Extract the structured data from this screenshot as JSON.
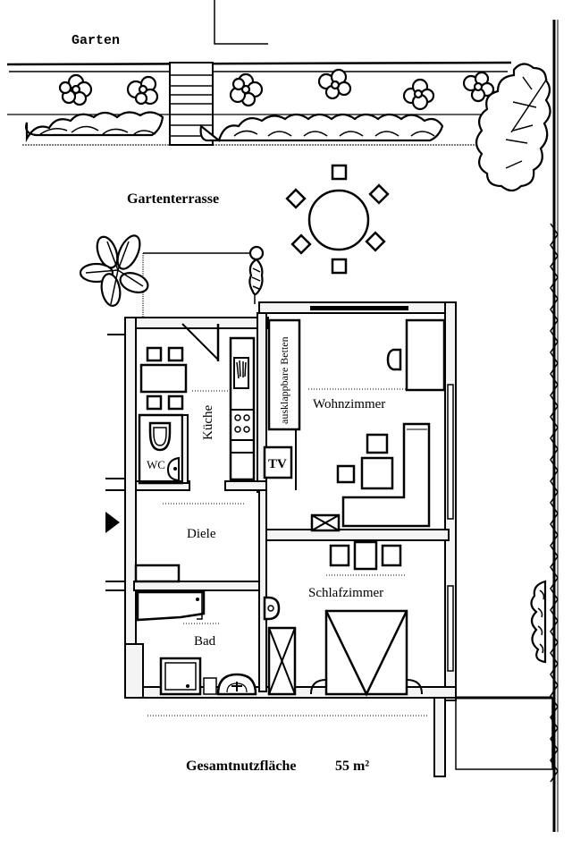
{
  "plan": {
    "labels": {
      "garden": "Garten",
      "terrace": "Gartenterrasse",
      "kitchen": "Küche",
      "wc": "WC",
      "living_room": "Wohnzimmer",
      "foldout_beds": "ausklappbare Betten",
      "tv": "TV",
      "hallway": "Diele",
      "bathroom": "Bad",
      "bedroom": "Schlafzimmer"
    },
    "total_area": {
      "label": "Gesamtnutzfläche",
      "value": "55 m²"
    },
    "colors": {
      "ink": "#000000",
      "paper": "#ffffff",
      "wall_fill": "#f4f4f4"
    }
  }
}
